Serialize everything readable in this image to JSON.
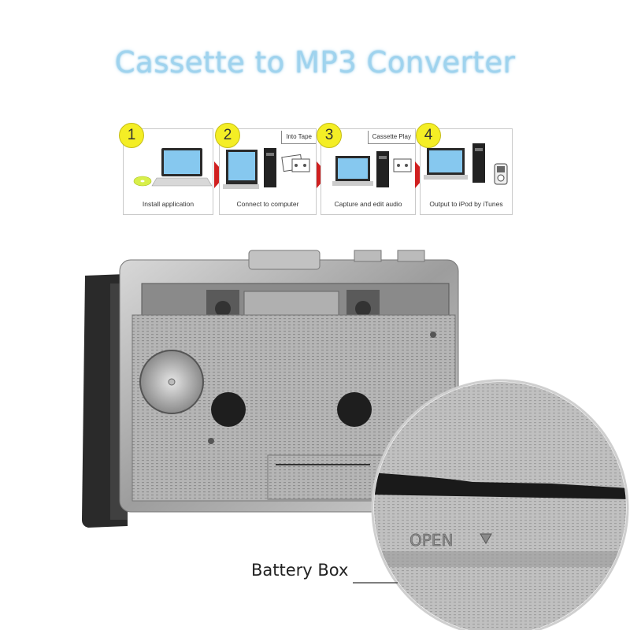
{
  "title": "Cassette to MP3 Converter",
  "steps": [
    {
      "num": "1",
      "caption": "Install application",
      "tag": ""
    },
    {
      "num": "2",
      "caption": "Connect to computer",
      "tag": "Into Tape"
    },
    {
      "num": "3",
      "caption": "Capture and edit audio",
      "tag": "Cassette Play"
    },
    {
      "num": "4",
      "caption": "Output to iPod by iTunes",
      "tag": ""
    }
  ],
  "device": {
    "open_label": "OPEN",
    "callout": "Battery Box"
  },
  "colors": {
    "title": "#9fd3ee",
    "step_badge": "#f4ee25",
    "arrow": "#d02020",
    "chrome": "#b9b9b9"
  }
}
